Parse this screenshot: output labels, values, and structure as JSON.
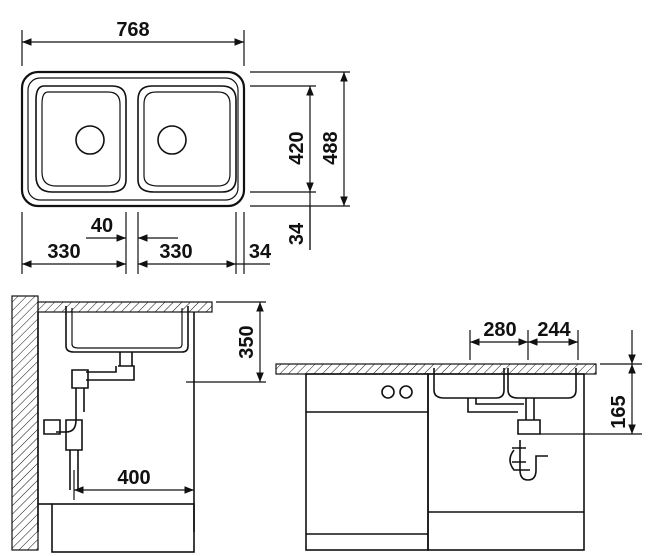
{
  "dimensions": {
    "sink_width": "768",
    "sink_depth": "488",
    "bowl_depth": "420",
    "rim_bottom": "34",
    "bowl_width_left": "330",
    "bowl_gap": "40",
    "bowl_width_right": "330",
    "rim_right": "34",
    "install_height": "350",
    "drain_distance": "400",
    "bowl_offset_left": "280",
    "bowl_offset_right": "244",
    "drain_depth": "165"
  }
}
